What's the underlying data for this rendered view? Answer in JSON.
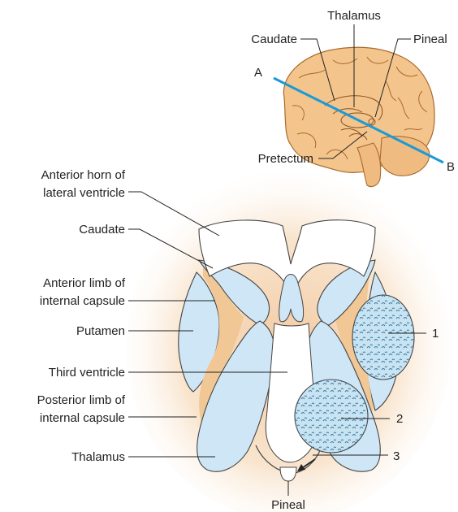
{
  "inset": {
    "labels": {
      "thalamus": "Thalamus",
      "caudate": "Caudate",
      "pineal": "Pineal",
      "a": "A",
      "b": "B",
      "pretectum": "Pretectum"
    }
  },
  "main": {
    "left_labels": {
      "anterior_horn_line1": "Anterior horn of",
      "anterior_horn_line2": "lateral ventricle",
      "caudate": "Caudate",
      "anterior_limb_line1": "Anterior limb of",
      "anterior_limb_line2": "internal capsule",
      "putamen": "Putamen",
      "third_ventricle": "Third ventricle",
      "posterior_limb_line1": "Posterior limb of",
      "posterior_limb_line2": "internal capsule",
      "thalamus": "Thalamus"
    },
    "right_labels": {
      "one": "1",
      "two": "2",
      "three": "3"
    },
    "bottom_label": "Pineal"
  },
  "colors": {
    "brain_tissue": "#f3c48c",
    "brain_outline": "#a86a2c",
    "light_blue": "#cfe6f6",
    "outline": "#444444",
    "section_line": "#1a9ad6",
    "lesion_fill": "#c8e3f2",
    "lesion_dots": "#3a7aa0"
  }
}
